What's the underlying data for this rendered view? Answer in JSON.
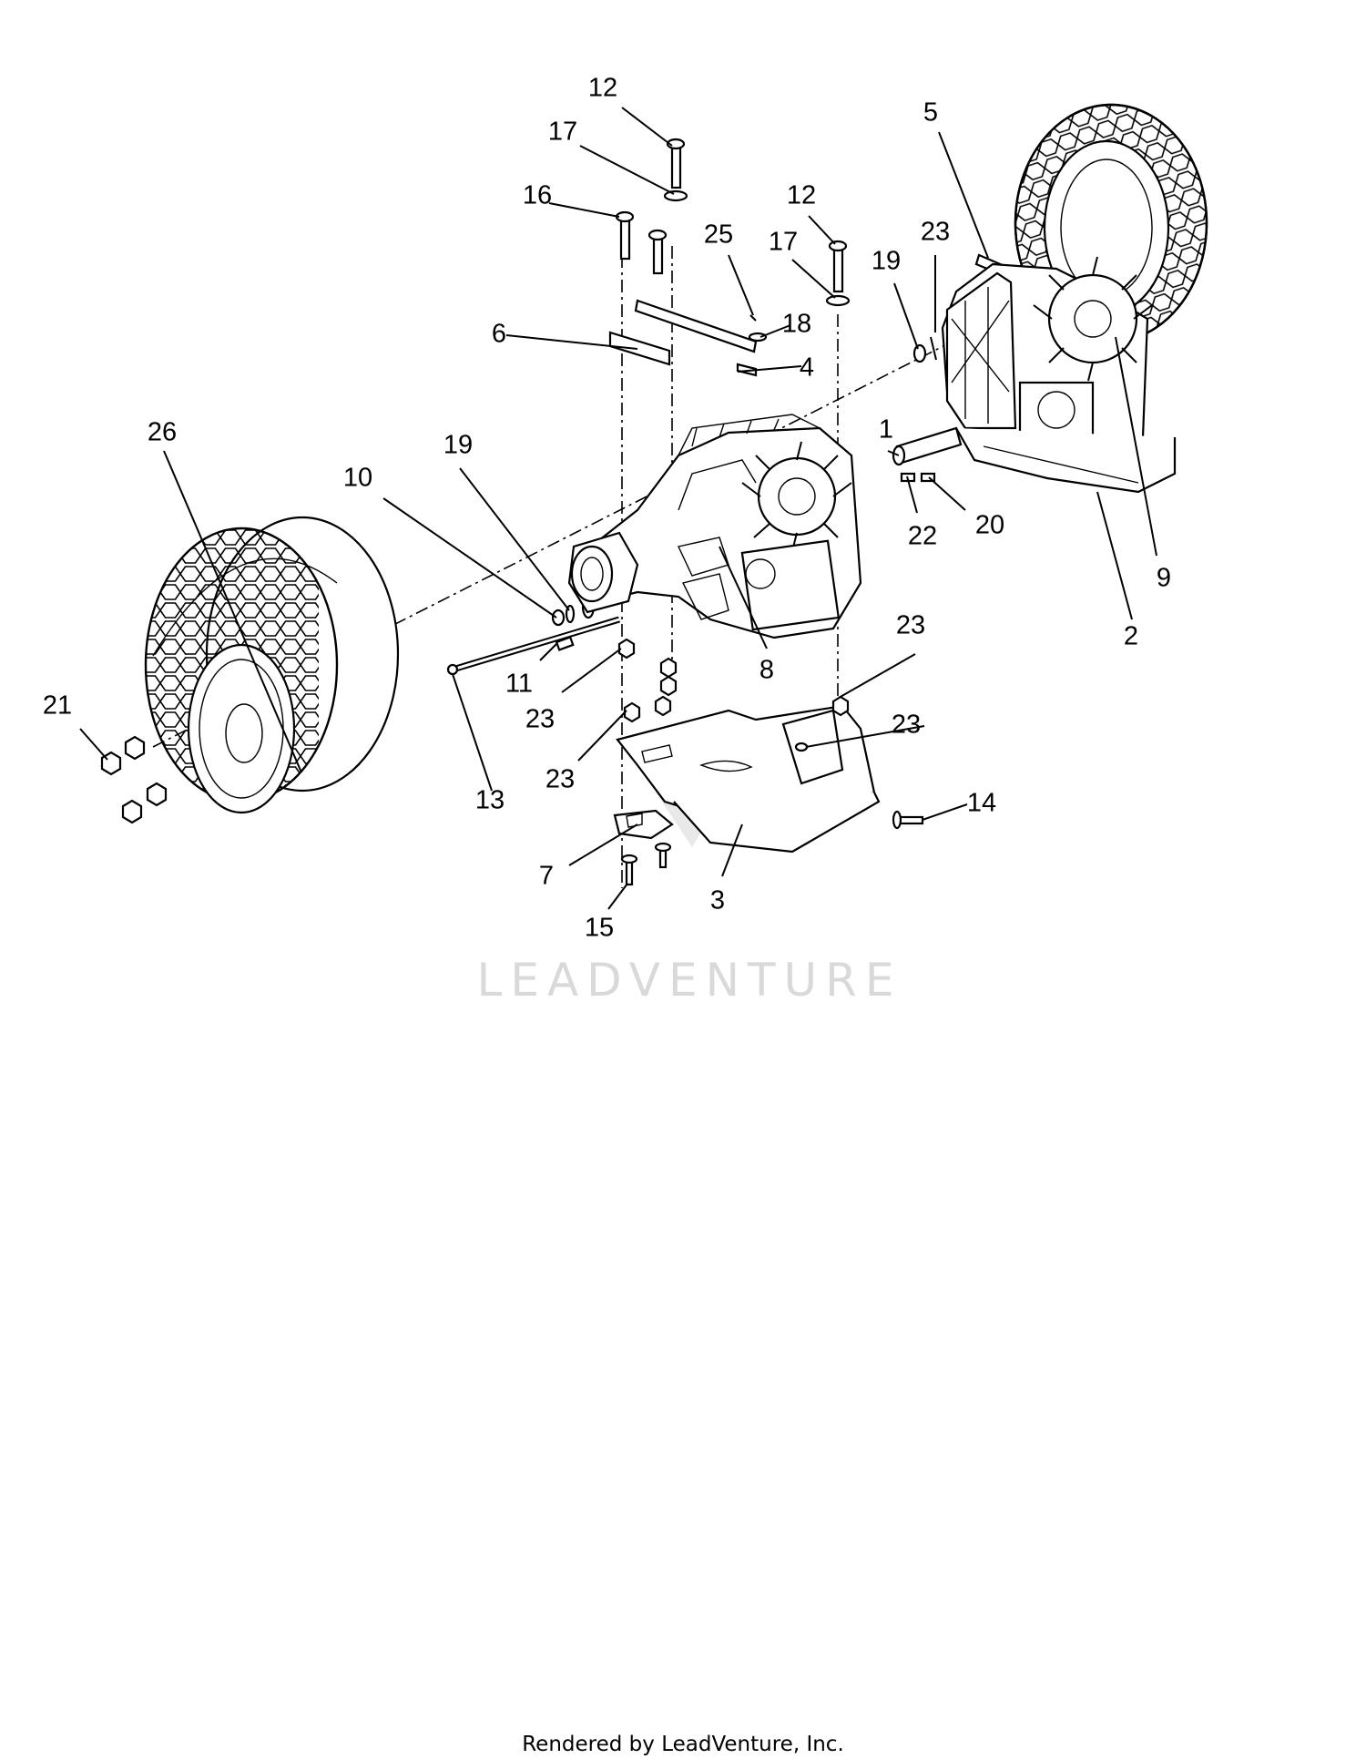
{
  "watermark": "LEADVENTURE",
  "footer": "Rendered by LeadVenture, Inc.",
  "callouts": [
    "12",
    "17",
    "16",
    "25",
    "12",
    "17",
    "18",
    "6",
    "4",
    "5",
    "23",
    "19",
    "1",
    "26",
    "19",
    "10",
    "22",
    "20",
    "9",
    "2",
    "8",
    "11",
    "23",
    "23",
    "21",
    "23",
    "13",
    "23",
    "14",
    "7",
    "3",
    "15"
  ]
}
